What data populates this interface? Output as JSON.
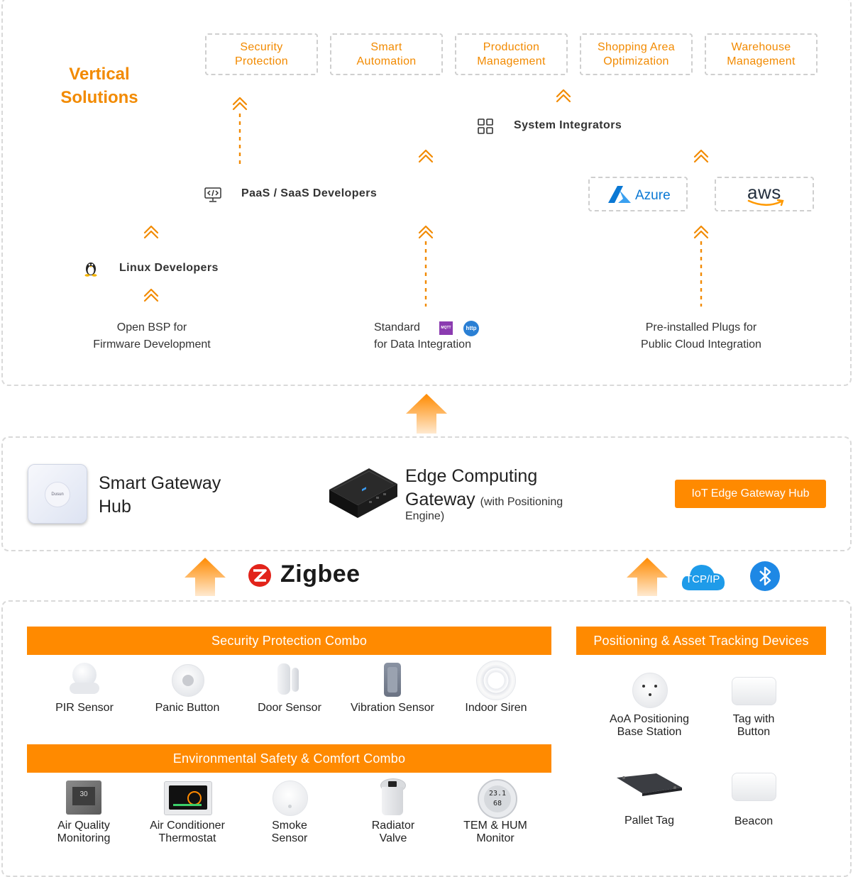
{
  "vertical_solutions": {
    "title_line1": "Vertical",
    "title_line2": "Solutions",
    "solutions": [
      {
        "line1": "Security",
        "line2": "Protection"
      },
      {
        "line1": "Smart",
        "line2": "Automation"
      },
      {
        "line1": "Production",
        "line2": "Management"
      },
      {
        "line1": "Shopping Area",
        "line2": "Optimization"
      },
      {
        "line1": "Warehouse",
        "line2": "Management"
      }
    ],
    "system_integrators": "System Integrators",
    "paas_saas": "PaaS / SaaS Developers",
    "linux_developers": "Linux Developers",
    "azure_label": "Azure",
    "aws_label": "aws",
    "bsp": {
      "line1": "Open BSP for",
      "line2": "Firmware Development"
    },
    "standard": {
      "line1": "Standard",
      "line2": "for Data Integration",
      "mqtt_label": "MQTT",
      "http_label": "http"
    },
    "plugs": {
      "line1": "Pre-installed Plugs for",
      "line2": "Public Cloud Integration"
    }
  },
  "gateways": {
    "hub_logo": "Dusun",
    "smart_hub_line1": "Smart Gateway",
    "smart_hub_line2": "Hub",
    "edge_line1": "Edge Computing",
    "edge_line2": "Gateway",
    "edge_note1": "(with Positioning",
    "edge_note2": "Engine)",
    "iot_button": "IoT Edge Gateway Hub"
  },
  "protocols": {
    "zigbee": "Zigbee",
    "tcpip": "TCP/IP"
  },
  "security_combo": {
    "title": "Security Protection Combo",
    "devices": [
      "PIR Sensor",
      "Panic Button",
      "Door Sensor",
      "Vibration Sensor",
      "Indoor Siren"
    ]
  },
  "env_combo": {
    "title": "Environmental Safety & Comfort Combo",
    "devices": [
      {
        "line1": "Air Quality",
        "line2": "Monitoring"
      },
      {
        "line1": "Air Conditioner",
        "line2": "Thermostat"
      },
      {
        "line1": "Smoke",
        "line2": "Sensor"
      },
      {
        "line1": "Radiator",
        "line2": "Valve"
      },
      {
        "line1": "TEM & HUM",
        "line2": "Monitor"
      }
    ],
    "aq_reading": "30",
    "th_temp": "23.1",
    "th_hum": "68"
  },
  "positioning": {
    "title": "Positioning & Asset Tracking Devices",
    "aoa": {
      "line1": "AoA Positioning",
      "line2": "Base Station"
    },
    "tag_button": {
      "line1": "Tag with",
      "line2": "Button"
    },
    "pallet_tag": "Pallet Tag",
    "beacon": "Beacon"
  },
  "colors": {
    "accent": "#ff8a00",
    "text_orange": "#f28a00",
    "azure": "#0a78d4",
    "bluetooth": "#1e88e5",
    "zigbee_red": "#e2231a"
  }
}
